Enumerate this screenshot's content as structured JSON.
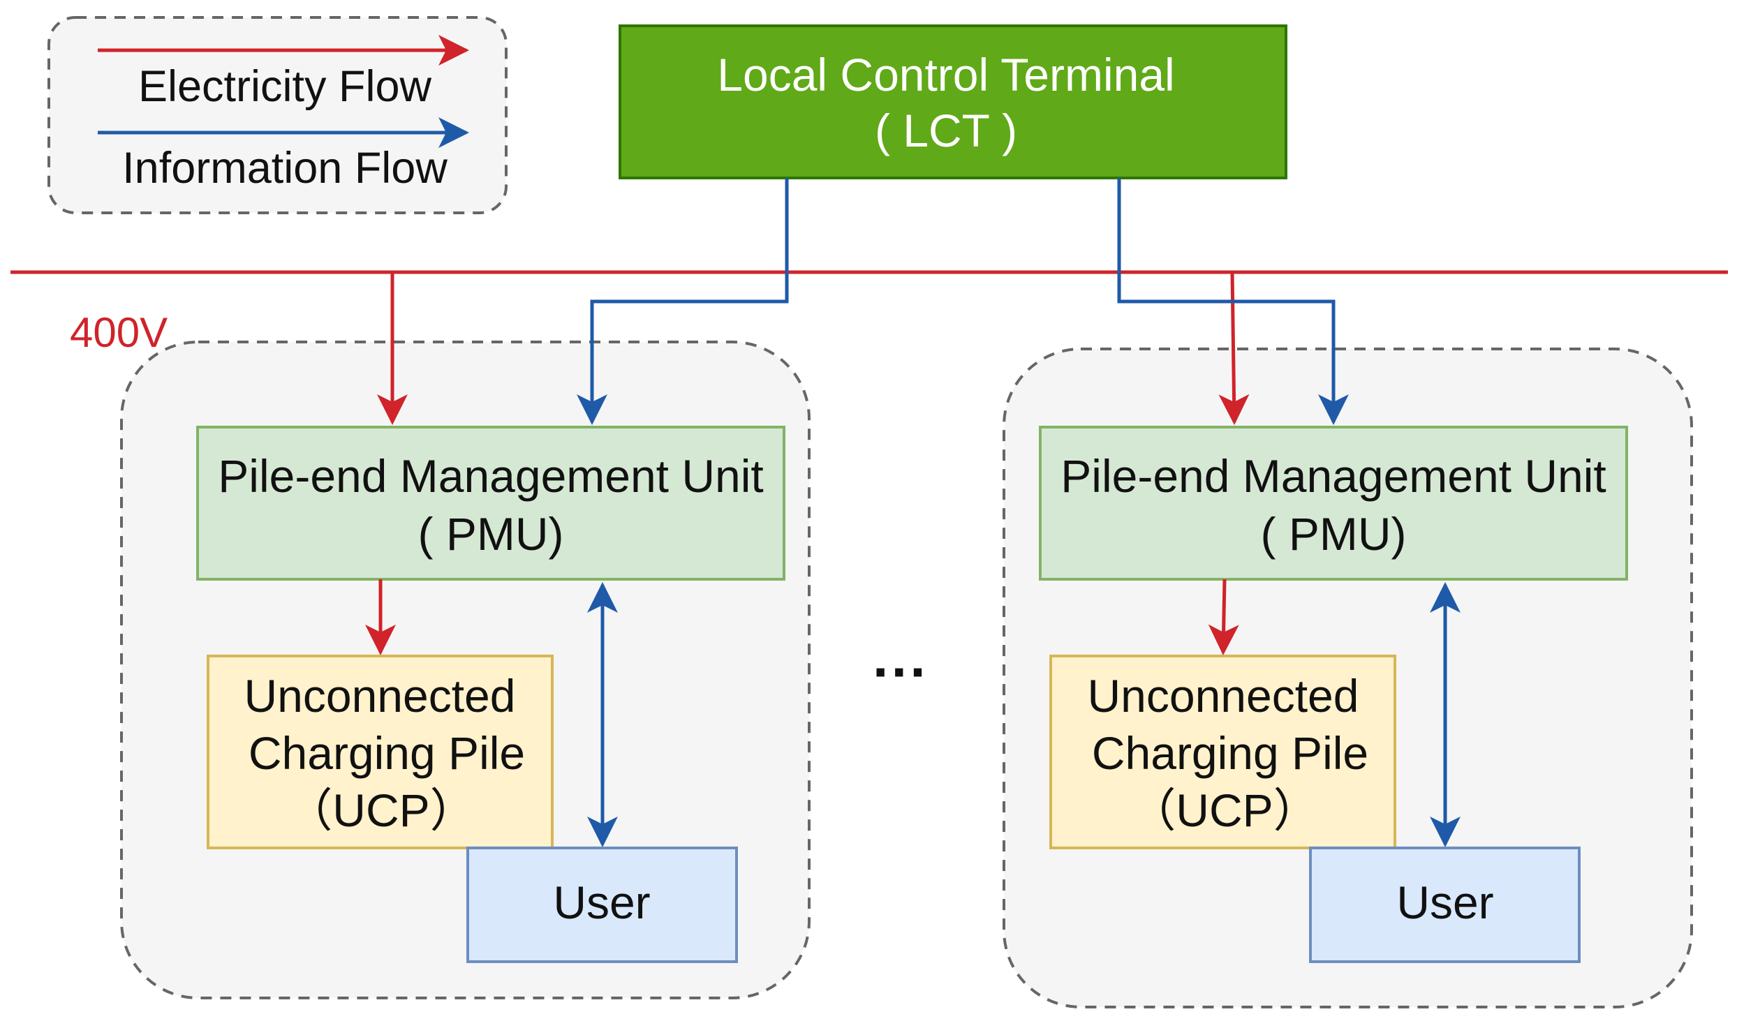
{
  "legend": {
    "electricity_label": "Electricity Flow",
    "information_label": "Information Flow",
    "electricity_color": "#d0232a",
    "information_color": "#1f5aa8"
  },
  "lct": {
    "title": "Local Control Terminal",
    "abbr": "( LCT )",
    "fill": "#60a918",
    "stroke": "#2d7600"
  },
  "bus": {
    "voltage_label": "400V",
    "color": "#d0232a"
  },
  "units": [
    {
      "pmu": {
        "title": "Pile-end Management Unit",
        "abbr": "( PMU)"
      },
      "ucp": {
        "line1": "Unconnected",
        "line2": "Charging Pile",
        "line3": "（UCP）"
      },
      "user": {
        "label": "User"
      }
    },
    {
      "pmu": {
        "title": "Pile-end Management Unit",
        "abbr": "( PMU)"
      },
      "ucp": {
        "line1": "Unconnected",
        "line2": "Charging Pile",
        "line3": "（UCP）"
      },
      "user": {
        "label": "User"
      }
    }
  ],
  "ellipsis": "···",
  "colors": {
    "pmu_fill": "#d5e8d4",
    "pmu_stroke": "#82b366",
    "ucp_fill": "#fff2cc",
    "ucp_stroke": "#d6b656",
    "user_fill": "#dae8fc",
    "user_stroke": "#6c8ebf",
    "group_fill": "#f5f5f5",
    "group_stroke": "#666666"
  }
}
